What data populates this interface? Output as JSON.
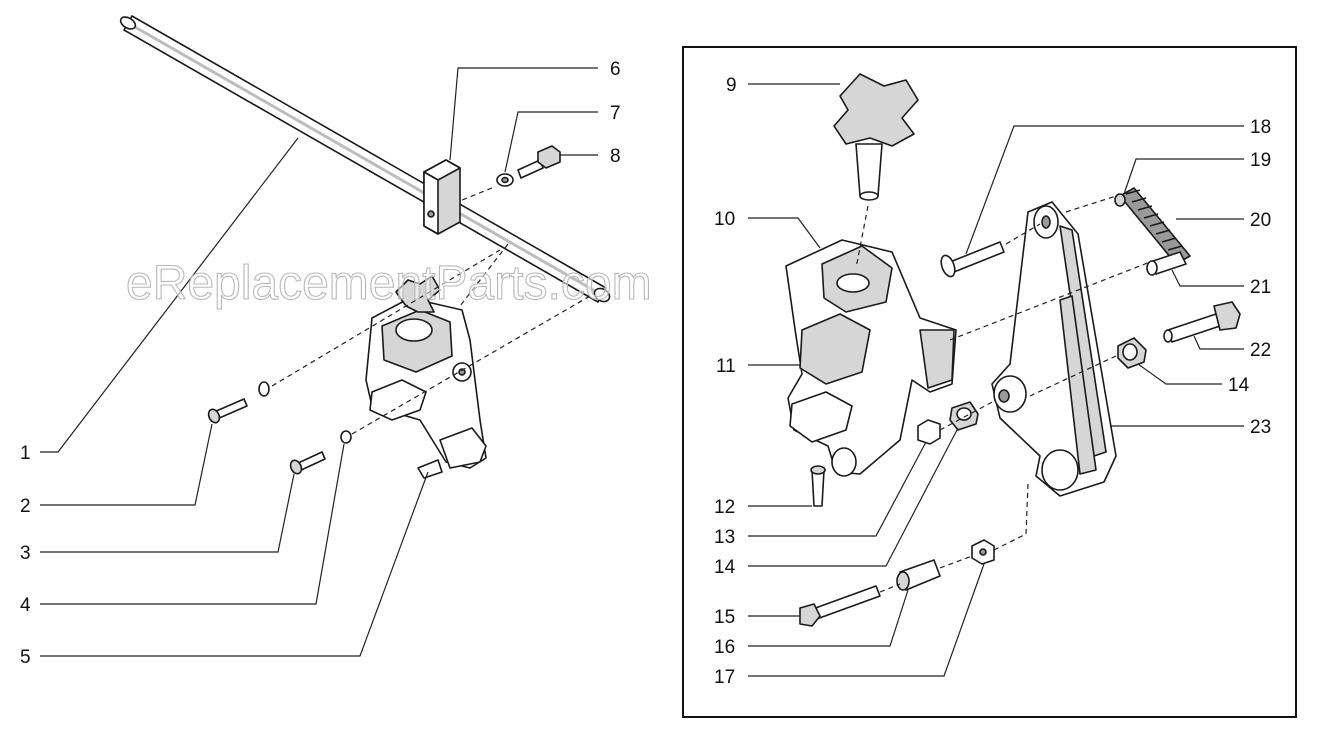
{
  "watermark": "eReplacementParts.com",
  "callouts": {
    "c1": "1",
    "c2": "2",
    "c3": "3",
    "c4": "4",
    "c5": "5",
    "c6": "6",
    "c7": "7",
    "c8": "8",
    "c9": "9",
    "c10": "10",
    "c11": "11",
    "c12": "12",
    "c13": "13",
    "c14a": "14",
    "c14b": "14",
    "c15": "15",
    "c16": "16",
    "c17": "17",
    "c18": "18",
    "c19": "19",
    "c20": "20",
    "c21": "21",
    "c22": "22",
    "c23": "23"
  },
  "colors": {
    "ink": "#1a1a1a",
    "shade": "#d6d6d6",
    "background": "#ffffff"
  }
}
